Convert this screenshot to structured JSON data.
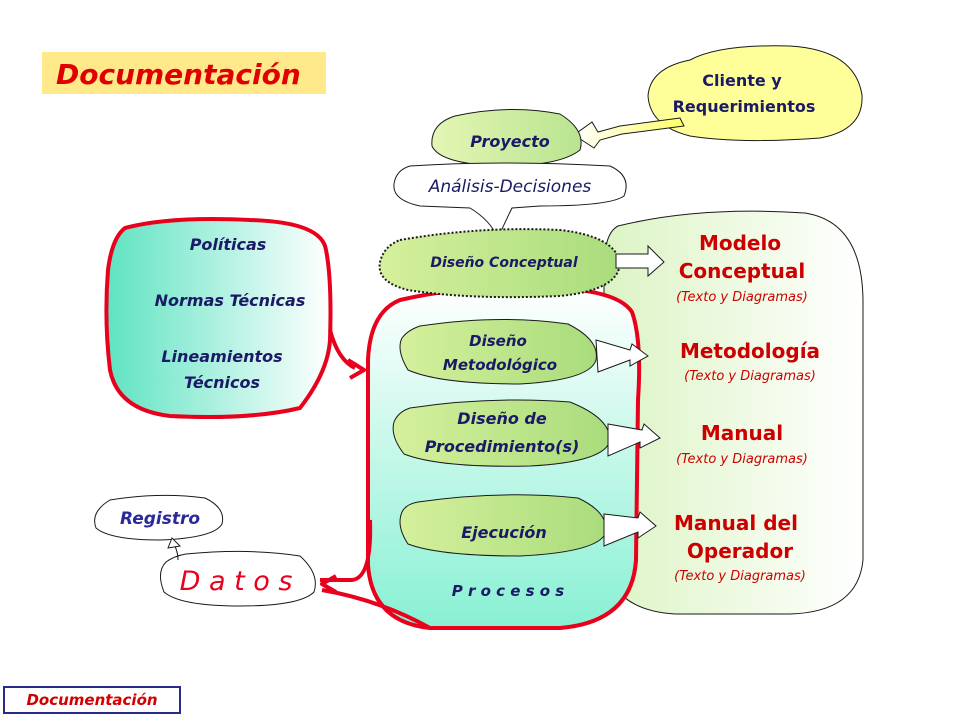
{
  "title": "Documentación",
  "footer_label": "Documentación",
  "client_bubble": {
    "line1": "Cliente y",
    "line2": "Requerimientos"
  },
  "proyecto": "Proyecto",
  "analisis": "Análisis-Decisiones",
  "policies": {
    "politicas": "Políticas",
    "normas": "Normas Técnicas",
    "lineamientos_1": "Lineamientos",
    "lineamientos_2": "Técnicos"
  },
  "processes": {
    "label": "P r o c e s o s",
    "diseno_conceptual": "Diseño Conceptual",
    "diseno_metodologico_1": "Diseño",
    "diseno_metodologico_2": "Metodológico",
    "diseno_procedimiento_1": "Diseño de",
    "diseno_procedimiento_2": "Procedimiento(s)",
    "ejecucion": "Ejecución"
  },
  "outputs": {
    "modelo_1": "Modelo",
    "modelo_2": "Conceptual",
    "modelo_sub": "(Texto y Diagramas)",
    "metodologia": "Metodología",
    "metodologia_sub": "(Texto y Diagramas)",
    "manual": "Manual",
    "manual_sub": "(Texto y Diagramas)",
    "manual_operador_1": "Manual del",
    "manual_operador_2": "Operador",
    "manual_operador_sub": "(Texto y Diagramas)"
  },
  "registro": "Registro",
  "datos": "D a t o s",
  "colors": {
    "red": "#e8001c",
    "dark_red": "#cc0000",
    "title_bg": "#ffe98a",
    "bubble_yellow": "#ffff99",
    "green_light": "#e9f8d0",
    "green": "#bfe8a8",
    "aqua": "#8df0d4",
    "navy": "#1a1a66"
  }
}
